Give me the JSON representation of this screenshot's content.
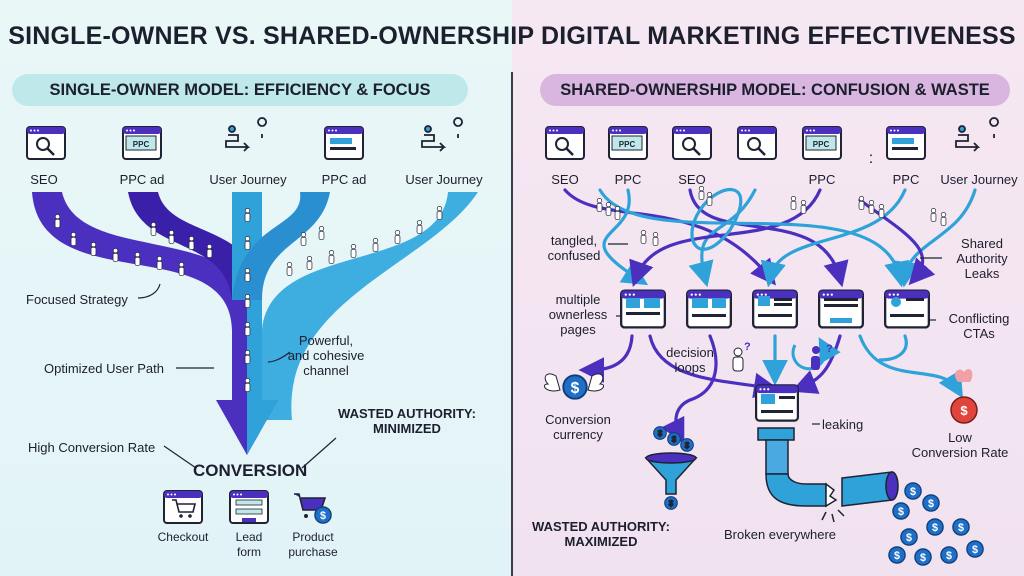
{
  "title": "SINGLE-OWNER VS. SHARED-OWNERSHIP DIGITAL MARKETING EFFECTIVENESS",
  "left": {
    "heading": "SINGLE-OWNER MODEL: EFFICIENCY & FOCUS",
    "icon_ppc": "PPC",
    "sources": [
      "SEO",
      "PPC ad",
      "User Journey",
      "PPC ad",
      "User Journey"
    ],
    "labels": {
      "focused": "Focused Strategy",
      "optimized": "Optimized User Path",
      "powerful": "Powerful,\nand cohesive\nchannel",
      "high": "High Conversion Rate",
      "wasted": "WASTED AUTHORITY:\nMINIMIZED",
      "conversion": "CONVERSION"
    },
    "outcomes": [
      "Checkout",
      "Lead\nform",
      "Product\npurchase"
    ]
  },
  "right": {
    "heading": "SHARED-OWNERSHIP MODEL: CONFUSION & WASTE",
    "sources": [
      "SEO",
      "PPC",
      "SEO",
      "PPC",
      "PPC",
      "User Journey"
    ],
    "ellipsis": ":",
    "labels": {
      "tangled": "tangled,\nconfused",
      "shared": "Shared\nAuthority\nLeaks",
      "multiple": "multiple\nownerless\npages",
      "conflicting": "Conflicting\nCTAs",
      "decision": "decision\nloops",
      "currency": "Conversion\ncurrency",
      "leaking": "leaking",
      "low": "Low\nConversion Rate",
      "wasted": "WASTED AUTHORITY:\nMAXIMIZED",
      "broken": "Broken everywhere"
    }
  },
  "colors": {
    "purple": "#4b2fbf",
    "blue": "#2fa3d9",
    "dark": "#1f2333",
    "left_bg": "#e2f3f7",
    "right_bg": "#f1e2f0",
    "left_pill": "#bfe8ea",
    "right_pill": "#d9b6e0",
    "coin": "#1f6fc7",
    "red": "#e0453d"
  }
}
